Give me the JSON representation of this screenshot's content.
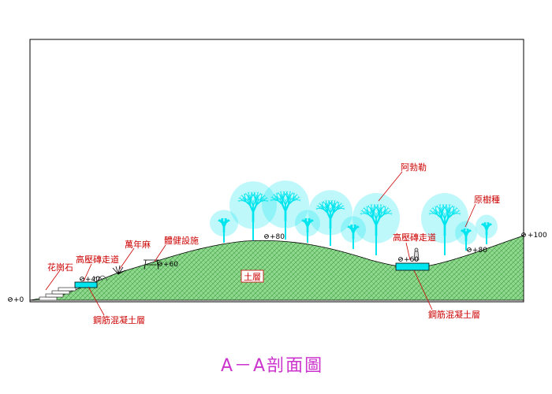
{
  "drawing": {
    "caption": "A－A剖面圖",
    "soil_label": "土層",
    "labels": {
      "granite": "花崗石",
      "paver_left": "高壓磚走道",
      "agave": "萬年麻",
      "fitness": "體健設施",
      "olea": "阿勃勒",
      "native_trees": "原樹種",
      "paver_right": "高壓磚走道",
      "rc_left": "鋼筋混凝土層",
      "rc_right": "鋼筋混凝土層"
    },
    "elevations": {
      "base": "+0",
      "paver_left": "+40",
      "fitness": "+60",
      "crest": "+80",
      "paver_right": "+60",
      "right_slope": "+80",
      "right_end": "+100"
    }
  },
  "colors": {
    "ground": "#8fd88f",
    "ground_hatch": "#3a9a3a",
    "tree": "#00e5ee",
    "label": "#cc0000",
    "leader": "#cc0000",
    "caption": "#cc33cc",
    "slab": "#00e5ee"
  }
}
